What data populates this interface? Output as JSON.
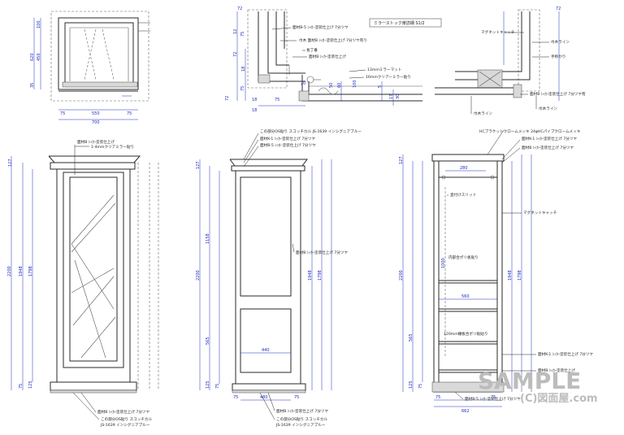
{
  "title": "ミラーストック扉詳細 S1/2",
  "plan_dims": [
    "100",
    "620",
    "450",
    "35",
    "550",
    "700",
    "75",
    "75"
  ],
  "section_dims": [
    "72",
    "12",
    "72",
    "18",
    "75",
    "75",
    "20",
    "60",
    "5",
    "17",
    "30",
    "18",
    "75",
    "72",
    "18",
    "50",
    "100"
  ],
  "section_notes": [
    "面材B-5 ｼｯｶｰ塗装仕上げ 7分ツヤ",
    "巾木 面材B ｼｯｶｰ塗装仕上げ 7分ツヤ有り",
    "長丁番",
    "面材B ｼｯｶｰ塗装仕上げ",
    "13mmミラーマット",
    "16mmクリアーミラー貼り",
    "マグネットキャッチ",
    "巾木ライン",
    "手掛かり",
    "巾木ライン",
    "巾木ライン",
    "面材B ｼｯｶｰ塗装仕上げ 7分ツヤ有"
  ],
  "front_dims": [
    "127",
    "1798",
    "1948",
    "2200",
    "125",
    "75"
  ],
  "front_notes": [
    "面材B ｼｯｶｰ塗装仕上げ",
    "1-4mmクリアミラー貼り",
    "面材B ｼｯｶｰ塗装仕上げ 7分ツヤ",
    "この部分OS貼り スコッチカル",
    "JS-1639 インシグニアブルー"
  ],
  "panel_dims": [
    "127",
    "1798",
    "1948",
    "2200",
    "1158",
    "565",
    "125",
    "75",
    "440",
    "75",
    "480",
    "75"
  ],
  "panel_notes": [
    "この部分OS貼り スコッチカル JS-1639 インシグニアブルー",
    "面材K-1 ｼｯｶｰ塗装仕上げ 7分ツヤ",
    "面材B-5 ｼｯｶｰ塗装仕上げ 7分ツヤ",
    "面材B ｼｯｶｰ塗装仕上げ 7分ツヤ",
    "面材B ｼｯｶｰ塗装仕上げ 7分ツヤ",
    "この部分OS貼り スコッチカル",
    "JS-1639 インシグニアブルー"
  ],
  "interior_dims": [
    "127",
    "1798",
    "1948",
    "2200",
    "1000",
    "565",
    "125",
    "75",
    "280",
    "560",
    "75",
    "75",
    "662"
  ],
  "interior_notes": [
    "HCブラケットクロームメッキ 24φHCパイプクロームメッキ",
    "面材K-1 ｼｯｶｰ塗装仕上げ 7分ツヤ",
    "面材B ｼｯｶｰ塗装仕上げ 7分ツヤ",
    "直付けスリット",
    "マグネットキャッチ",
    "内部合ポリ板貼り",
    "120mm棚板合ポリ板貼り",
    "面材K-1 ｼｯｶｰ塗装仕上げ 7分ツヤ",
    "面材B ｼｯｶｰ塗装仕上げ",
    "面材B-5 ｼｯｶｰ塗装仕上げ 7分ツヤ"
  ],
  "watermark": "SAMPLE",
  "copyright": "(C)図面屋.com"
}
